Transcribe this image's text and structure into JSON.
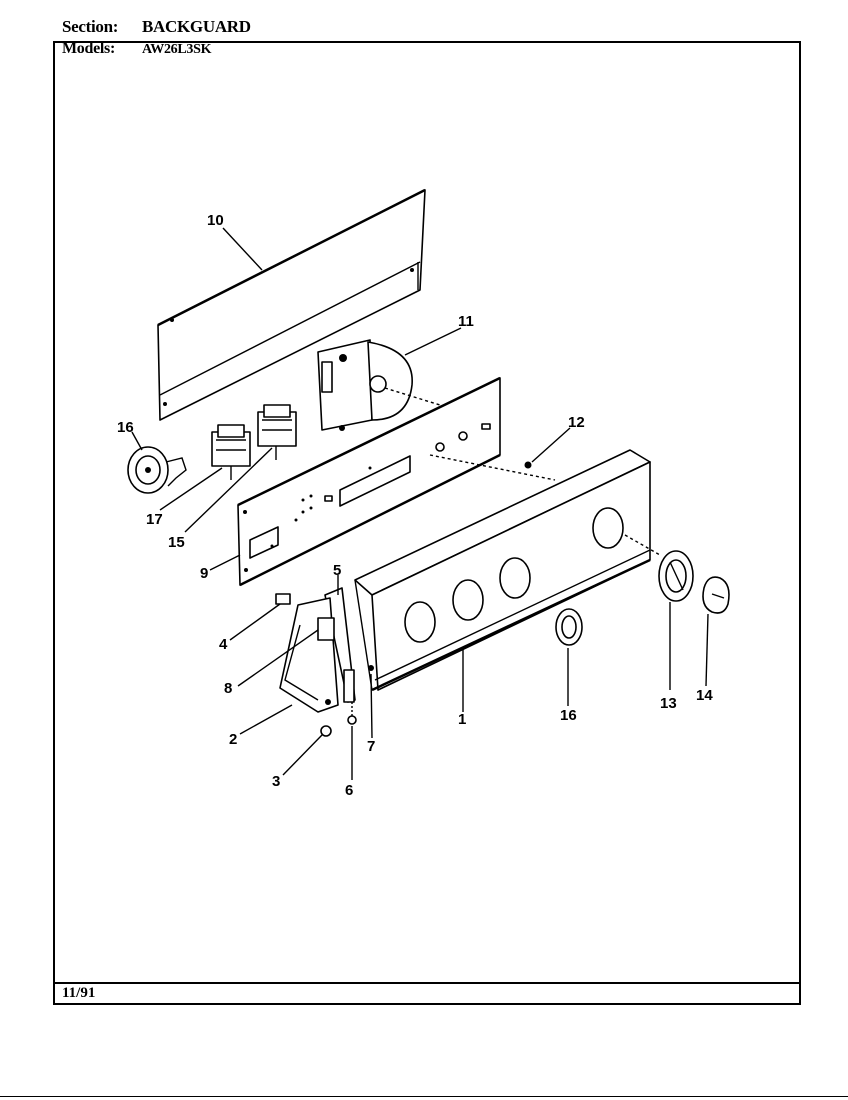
{
  "header": {
    "section_label": "Section:",
    "section_value": "BACKGUARD",
    "models_label": "Models:",
    "models_value": "AW26L3SK"
  },
  "footer": {
    "date": "11/91"
  },
  "callouts": {
    "c1": "1",
    "c2": "2",
    "c3": "3",
    "c4": "4",
    "c5": "5",
    "c6": "6",
    "c7": "7",
    "c8": "8",
    "c9": "9",
    "c10": "10",
    "c11": "11",
    "c12": "12",
    "c13": "13",
    "c14": "14",
    "c15": "15",
    "c16a": "16",
    "c16b": "16",
    "c17": "17"
  }
}
